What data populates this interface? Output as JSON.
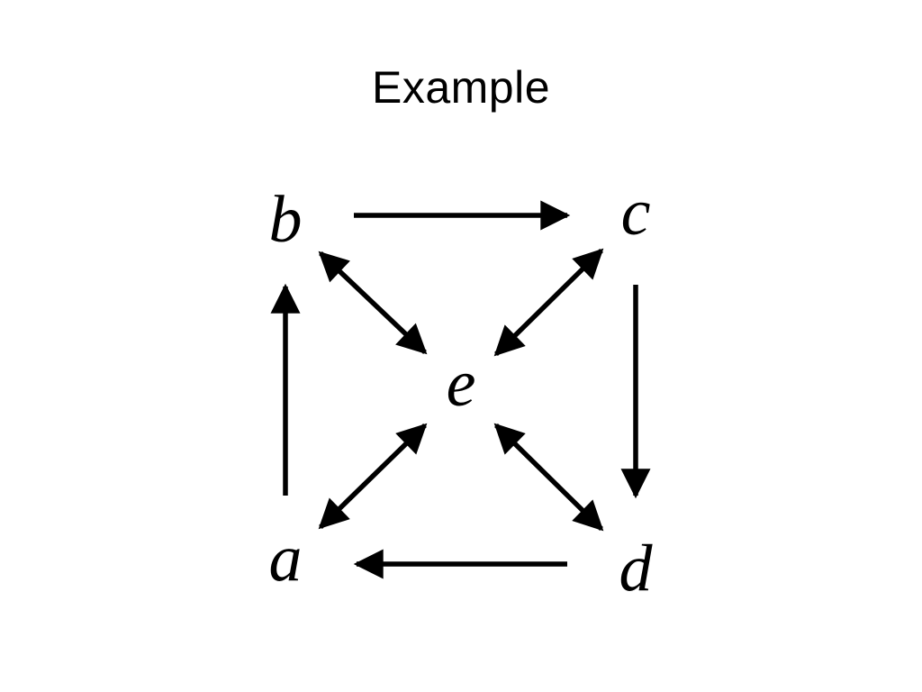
{
  "slide": {
    "title": "Example"
  },
  "diagram": {
    "nodes": [
      {
        "id": "a",
        "label": "a"
      },
      {
        "id": "b",
        "label": "b"
      },
      {
        "id": "c",
        "label": "c"
      },
      {
        "id": "d",
        "label": "d"
      },
      {
        "id": "e",
        "label": "e"
      }
    ],
    "edges": [
      {
        "from": "a",
        "to": "b",
        "direction": "forward"
      },
      {
        "from": "b",
        "to": "c",
        "direction": "forward"
      },
      {
        "from": "c",
        "to": "d",
        "direction": "forward"
      },
      {
        "from": "d",
        "to": "a",
        "direction": "forward"
      },
      {
        "from": "b",
        "to": "e",
        "direction": "both"
      },
      {
        "from": "c",
        "to": "e",
        "direction": "both"
      },
      {
        "from": "a",
        "to": "e",
        "direction": "both"
      },
      {
        "from": "d",
        "to": "e",
        "direction": "both"
      }
    ],
    "color": "#000000"
  }
}
